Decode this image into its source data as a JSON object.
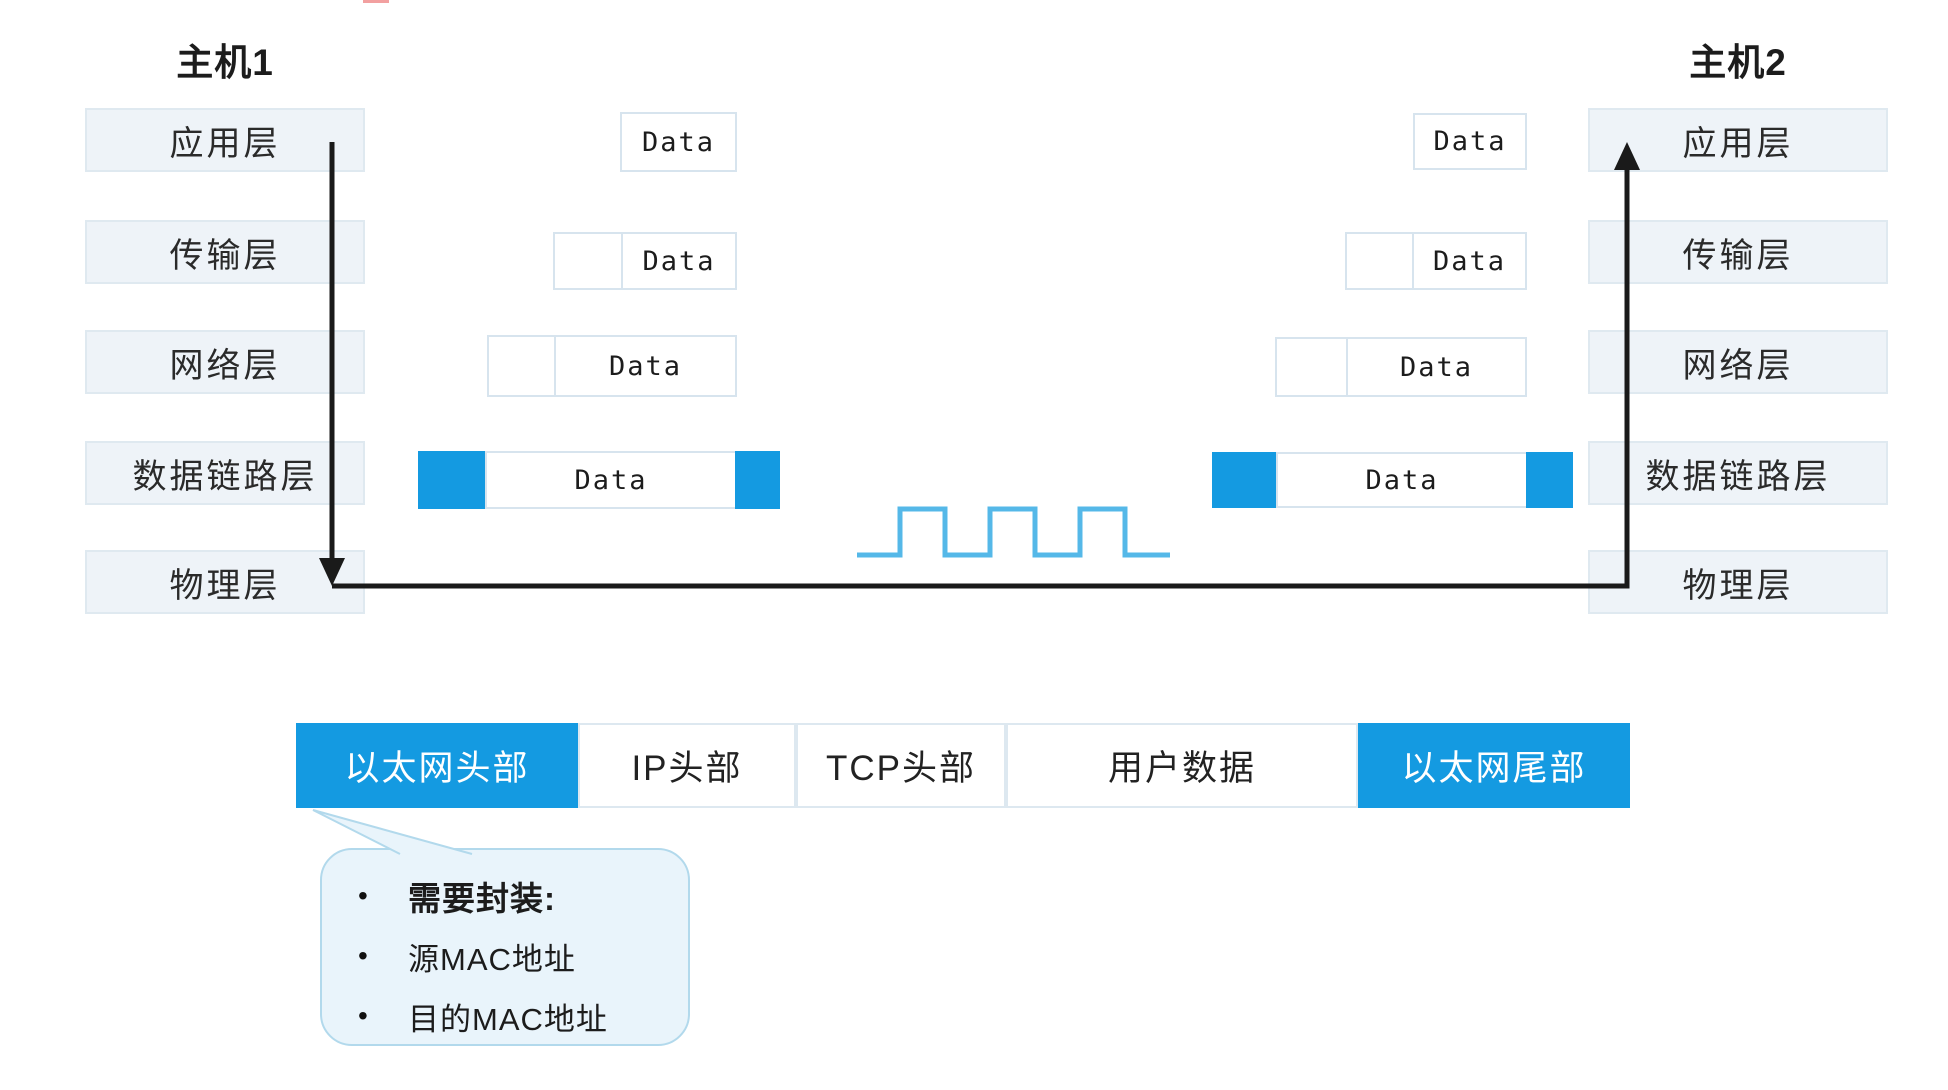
{
  "host1": {
    "title": "主机1",
    "layers": [
      "应用层",
      "传输层",
      "网络层",
      "数据链路层",
      "物理层"
    ]
  },
  "host2": {
    "title": "主机2",
    "layers": [
      "应用层",
      "传输层",
      "网络层",
      "数据链路层",
      "物理层"
    ]
  },
  "labels": {
    "data": "Data",
    "bullet": "•"
  },
  "frame": {
    "segments": [
      {
        "label": "以太网头部",
        "style": "blue"
      },
      {
        "label": "IP头部",
        "style": "white"
      },
      {
        "label": "TCP头部",
        "style": "white"
      },
      {
        "label": "用户数据",
        "style": "white"
      },
      {
        "label": "以太网尾部",
        "style": "blue"
      }
    ]
  },
  "callout": {
    "bullets": [
      "需要封装:",
      "源MAC地址",
      "目的MAC地址"
    ]
  },
  "colors": {
    "accent_blue": "#149ae1",
    "wave_blue": "#55b8e8",
    "layer_box_fill": "#eef3f8",
    "layer_box_border": "#dfe9f0",
    "callout_fill": "#e9f4fb",
    "callout_border": "#b2d9ec",
    "arrow_black": "#1a1a1a"
  }
}
